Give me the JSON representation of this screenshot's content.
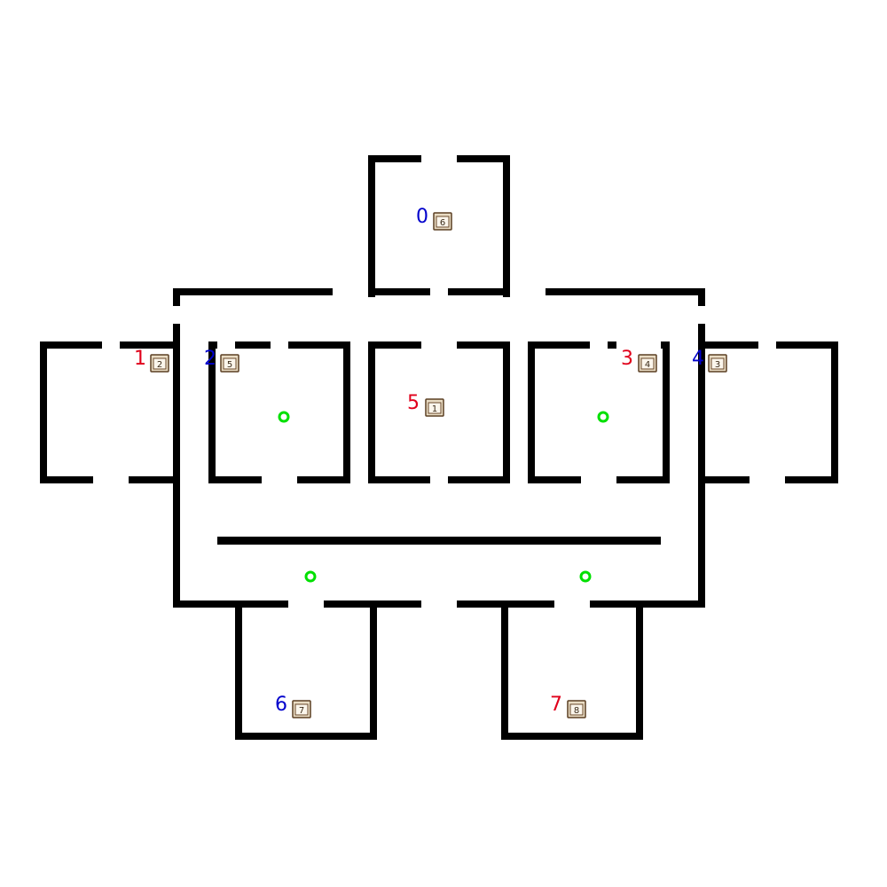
{
  "map": {
    "wall_color": "#000000",
    "background": "#ffffff",
    "rooms": [
      {
        "id": "room-0",
        "label": "0",
        "label_color": "#0000cc",
        "box": "6"
      },
      {
        "id": "room-1",
        "label": "1",
        "label_color": "#e0001b",
        "box": "2"
      },
      {
        "id": "room-2",
        "label": "2",
        "label_color": "#0000cc",
        "box": "5"
      },
      {
        "id": "room-3",
        "label": "3",
        "label_color": "#e0001b",
        "box": "4"
      },
      {
        "id": "room-4",
        "label": "4",
        "label_color": "#0000cc",
        "box": "3"
      },
      {
        "id": "room-5",
        "label": "5",
        "label_color": "#e0001b",
        "box": "1"
      },
      {
        "id": "room-6",
        "label": "6",
        "label_color": "#0000cc",
        "box": "7"
      },
      {
        "id": "room-7",
        "label": "7",
        "label_color": "#e0001b",
        "box": "8"
      }
    ],
    "waypoint_color": "#00e000",
    "waypoint_count": 4,
    "icons": {
      "box": "box-icon",
      "waypoint": "waypoint-circle-icon"
    }
  }
}
